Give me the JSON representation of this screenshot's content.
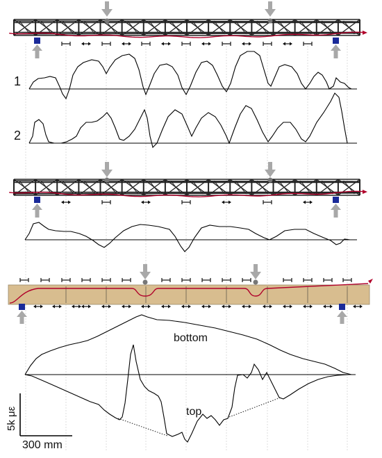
{
  "panel_a": {
    "row_labels": [
      "1",
      "2"
    ]
  },
  "panel_c": {
    "curve_labels": {
      "bottom": "bottom",
      "top": "top"
    }
  },
  "scale_bar": {
    "vertical": "5k με",
    "horizontal": "300 mm"
  },
  "colors": {
    "truss": "#222222",
    "fiber": "#b0002a",
    "slab": "#d8bd8f",
    "support": "#1a2a99",
    "arrow": "#a8a8a8",
    "curve": "#000000",
    "gridline": "#d4d4d4"
  },
  "icons": [
    "load-arrow-icon",
    "support-arrow-icon",
    "support-pad-icon",
    "sensor-span-icon"
  ]
}
